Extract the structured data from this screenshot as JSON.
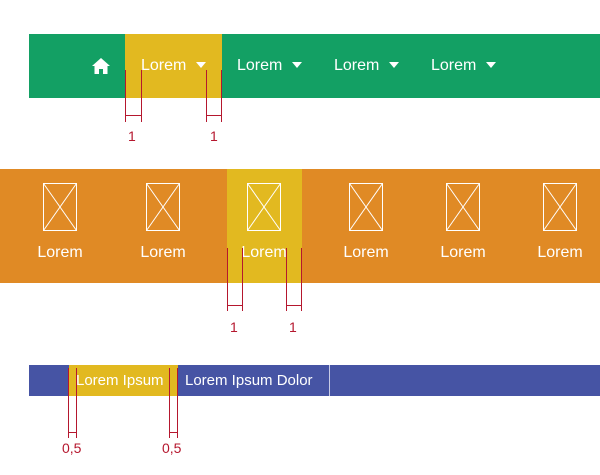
{
  "nav_green": {
    "items": [
      {
        "label": "Lorem"
      },
      {
        "label": "Lorem"
      },
      {
        "label": "Lorem"
      },
      {
        "label": "Lorem"
      }
    ],
    "active_index": 0
  },
  "nav_icons": {
    "items": [
      {
        "label": "Lorem"
      },
      {
        "label": "Lorem"
      },
      {
        "label": "Lorem"
      },
      {
        "label": "Lorem"
      },
      {
        "label": "Lorem"
      },
      {
        "label": "Lorem"
      }
    ],
    "active_index": 2
  },
  "nav_tabs": {
    "items": [
      {
        "label": "Lorem Ipsum"
      },
      {
        "label": "Lorem Ipsum Dolor"
      }
    ],
    "active_index": 0
  },
  "measurements": {
    "green_left": "1",
    "green_right": "1",
    "orange_left": "1",
    "orange_right": "1",
    "blue_left": "0,5",
    "blue_right": "0,5"
  },
  "colors": {
    "green": "#13a064",
    "orange": "#e08a25",
    "blue": "#4654a4",
    "highlight": "#e2b920",
    "annotation": "#b5172e"
  }
}
